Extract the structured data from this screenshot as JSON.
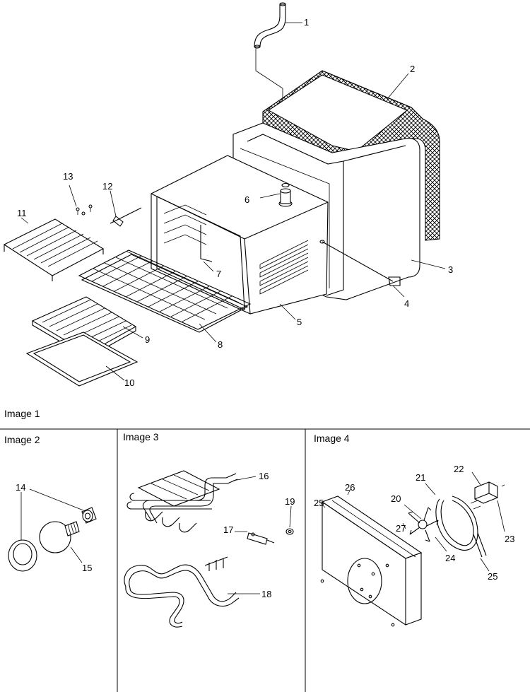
{
  "image_captions": {
    "image1": "Image 1",
    "image2": "Image 2",
    "image3": "Image 3",
    "image4": "Image 4"
  },
  "callouts": {
    "c1": "1",
    "c2": "2",
    "c3": "3",
    "c4": "4",
    "c5": "5",
    "c6": "6",
    "c7": "7",
    "c8": "8",
    "c9": "9",
    "c10": "10",
    "c11": "11",
    "c12": "12",
    "c13": "13",
    "c14": "14",
    "c15": "15",
    "c16": "16",
    "c17": "17",
    "c18": "18",
    "c19": "19",
    "c20": "20",
    "c21": "21",
    "c22": "22",
    "c23": "23",
    "c24": "24",
    "c25a": "25",
    "c25b": "25",
    "c26": "26",
    "c27": "27"
  },
  "colors": {
    "line": "#000000",
    "background": "#ffffff"
  }
}
